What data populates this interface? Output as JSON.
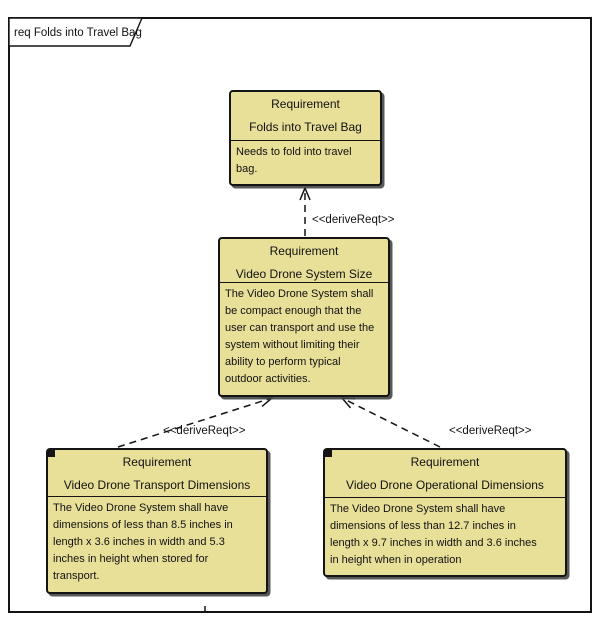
{
  "frame": {
    "label": "req Folds into Travel Bag"
  },
  "colors": {
    "box_fill": "#E8E099",
    "box_border": "#141414",
    "line": "#141414",
    "shadow": "rgba(70,70,70,0.9)",
    "background": "#FFFFFF"
  },
  "boxes": [
    {
      "kind_label": "Requirement",
      "name": "Folds into Travel Bag",
      "body_lines": [
        "Needs to fold into travel",
        "bag."
      ],
      "corner_marker": false
    },
    {
      "kind_label": "Requirement",
      "name": "Video Drone System Size",
      "body_lines": [
        "The Video Drone System shall",
        "be compact enough that the",
        "user can transport and use the",
        "system without limiting their",
        "ability to perform typical",
        "outdoor activities."
      ],
      "corner_marker": false
    },
    {
      "kind_label": "Requirement",
      "name": "Video Drone Transport Dimensions",
      "body_lines": [
        "The Video Drone System shall have",
        "dimensions of less than 8.5 inches in",
        "length x 3.6 inches in width and 5.3",
        "inches in height when stored for",
        "transport."
      ],
      "corner_marker": true
    },
    {
      "kind_label": "Requirement",
      "name": "Video Drone Operational Dimensions",
      "body_lines": [
        "The Video Drone System shall have",
        "dimensions of less than 12.7 inches in",
        "length x 9.7 inches in width and 3.6 inches",
        "in height when in operation"
      ],
      "corner_marker": true
    }
  ],
  "connectors": [
    {
      "stereotype": "<<deriveReqt>>",
      "from": "Video Drone System Size",
      "to": "Folds into Travel Bag"
    },
    {
      "stereotype": "<<deriveReqt>>",
      "from": "Video Drone Transport Dimensions",
      "to": "Video Drone System Size"
    },
    {
      "stereotype": "<<deriveReqt>>",
      "from": "Video Drone Operational Dimensions",
      "to": "Video Drone System Size"
    }
  ]
}
